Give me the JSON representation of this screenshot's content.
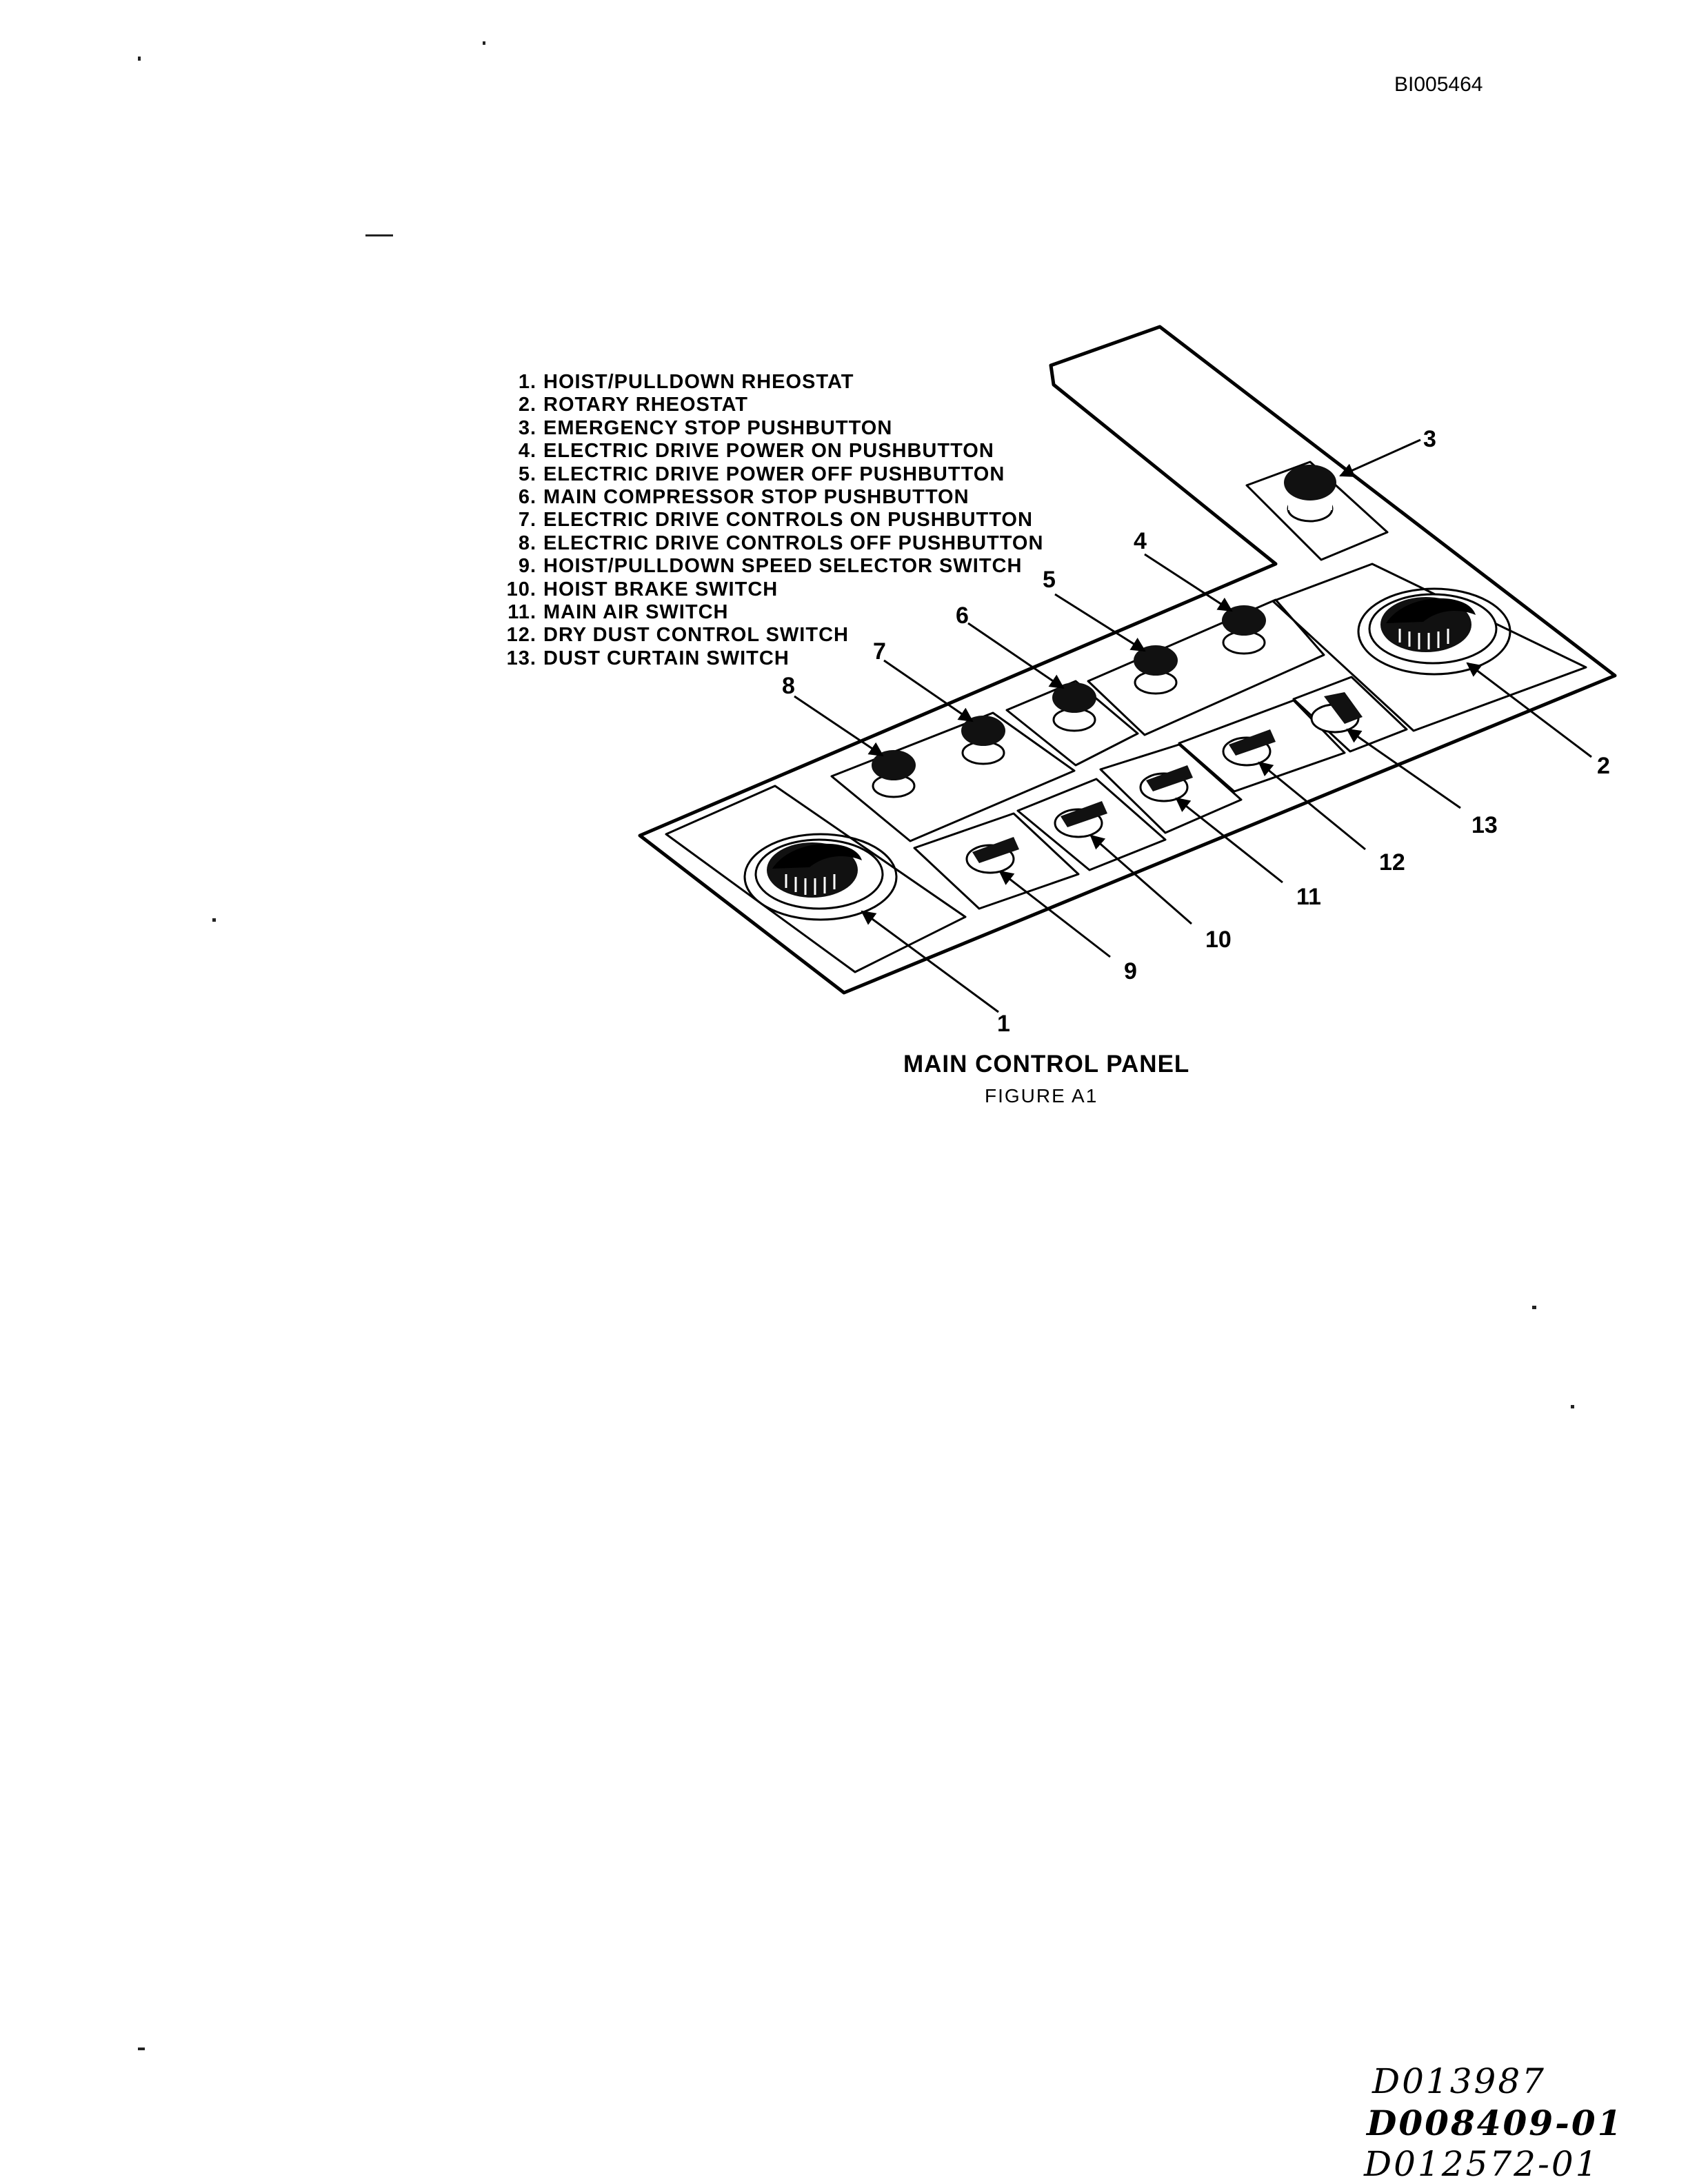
{
  "document_id": "BI005464",
  "legend": [
    {
      "num": "1.",
      "text": "HOIST/PULLDOWN RHEOSTAT"
    },
    {
      "num": "2.",
      "text": "ROTARY RHEOSTAT"
    },
    {
      "num": "3.",
      "text": "EMERGENCY STOP PUSHBUTTON"
    },
    {
      "num": "4.",
      "text": "ELECTRIC DRIVE POWER ON PUSHBUTTON"
    },
    {
      "num": "5.",
      "text": "ELECTRIC DRIVE POWER OFF PUSHBUTTON"
    },
    {
      "num": "6.",
      "text": "MAIN COMPRESSOR STOP PUSHBUTTON"
    },
    {
      "num": "7.",
      "text": "ELECTRIC DRIVE CONTROLS ON PUSHBUTTON"
    },
    {
      "num": "8.",
      "text": "ELECTRIC DRIVE CONTROLS OFF PUSHBUTTON"
    },
    {
      "num": "9.",
      "text": "HOIST/PULLDOWN SPEED SELECTOR SWITCH"
    },
    {
      "num": "10.",
      "text": "HOIST BRAKE SWITCH"
    },
    {
      "num": "11.",
      "text": "MAIN AIR SWITCH"
    },
    {
      "num": "12.",
      "text": "DRY DUST CONTROL SWITCH"
    },
    {
      "num": "13.",
      "text": "DUST CURTAIN SWITCH"
    }
  ],
  "callouts": [
    "1",
    "2",
    "3",
    "4",
    "5",
    "6",
    "7",
    "8",
    "9",
    "10",
    "11",
    "12",
    "13"
  ],
  "figure_title": "MAIN CONTROL PANEL",
  "figure_caption": "FIGURE A1",
  "handwritten_notes": [
    "D013987",
    "D008409-01",
    "D012572-01"
  ]
}
